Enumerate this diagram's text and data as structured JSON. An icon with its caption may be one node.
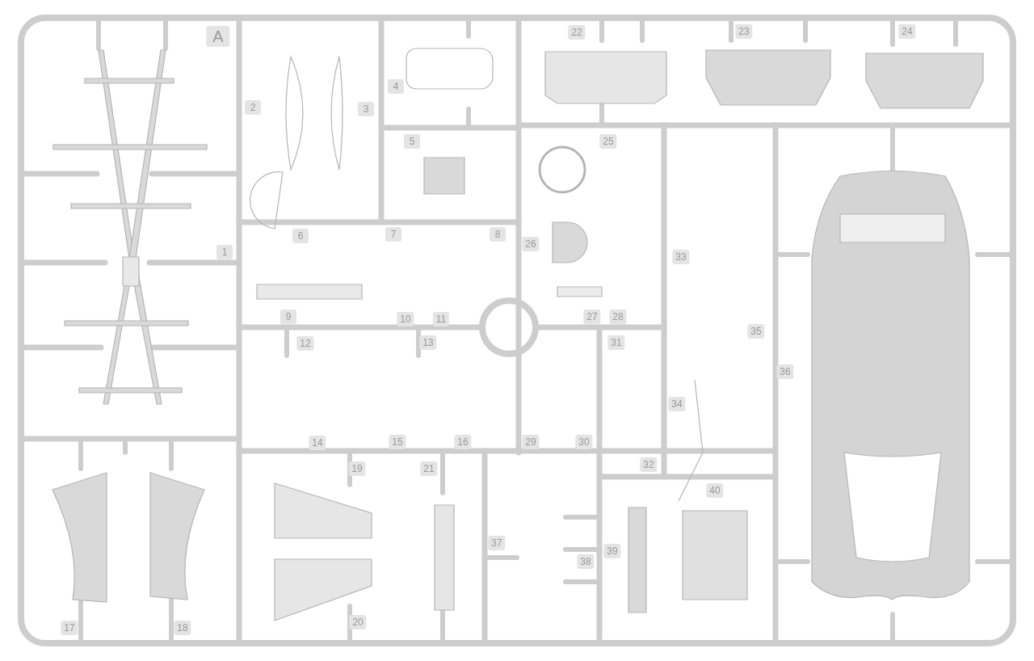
{
  "diagram": {
    "labels": [
      "A",
      "22",
      "23",
      "24",
      "4",
      "2",
      "3",
      "5",
      "25",
      "6",
      "7",
      "8",
      "26",
      "1",
      "33",
      "9",
      "10",
      "11",
      "27",
      "28",
      "35",
      "12",
      "13",
      "31",
      "36",
      "34",
      "14",
      "15",
      "16",
      "29",
      "30",
      "32",
      "19",
      "21",
      "40",
      "37",
      "39",
      "38",
      "20",
      "17",
      "18"
    ]
  }
}
